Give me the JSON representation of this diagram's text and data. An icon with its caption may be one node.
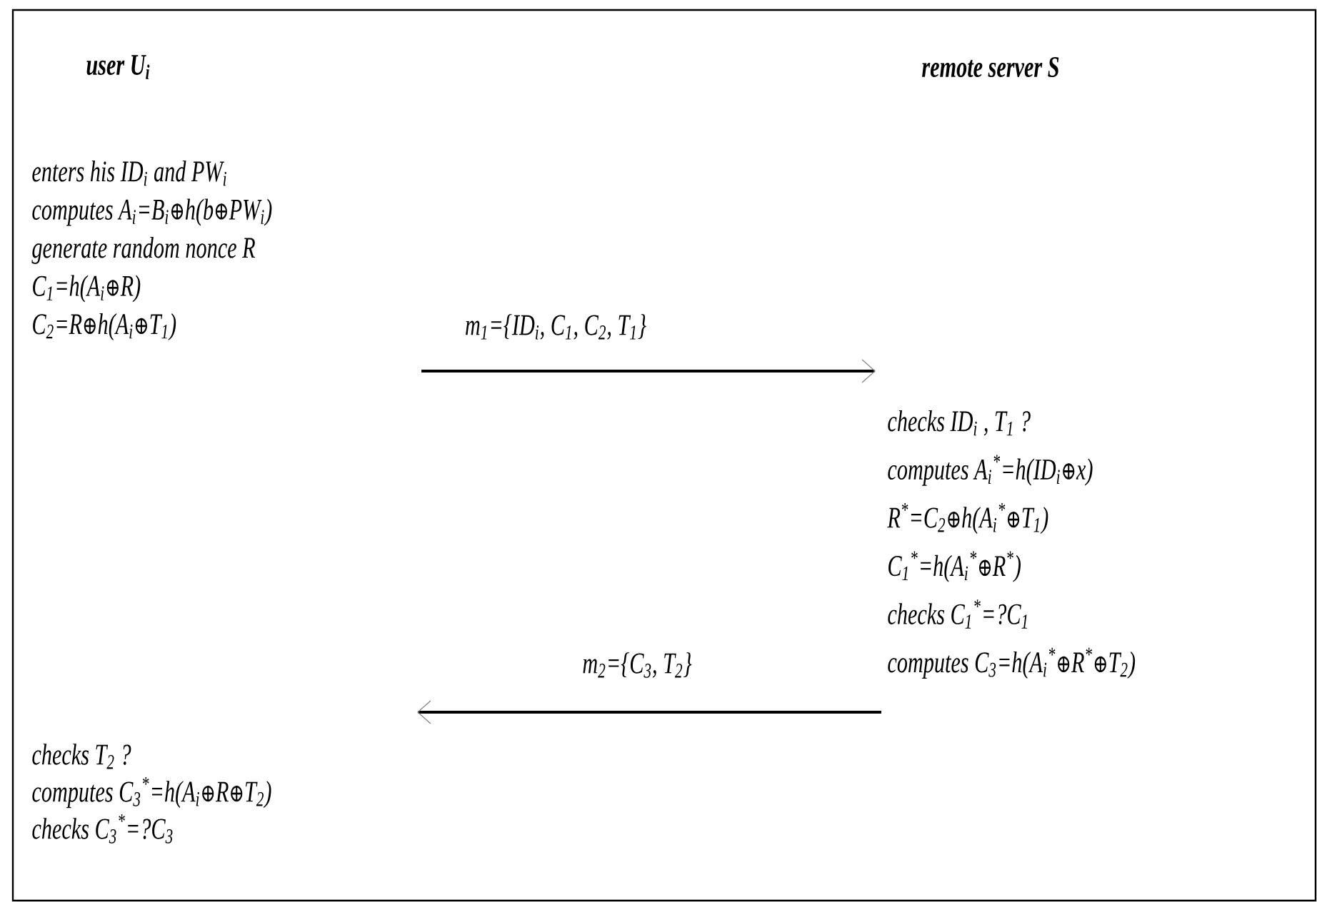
{
  "diagram": {
    "nodes": [
      {
        "text": [
          "enters his ID$_{i}$ and PW$_{i}$",
          "computes A$_{i}$=B$_{i}$⊕h(b⊕PW$_{i}$)",
          "generate random nonce R",
          "C$_{1}$=h(A$_{i}$⊕R)",
          "C$_{2}$=R⊕h(A$_{i}$⊕T$_{1}$)"
        ]
      },
      {
        "text": [
          "checks ID$_{i}$ , T$_{1}$ ?",
          "computes A$_{i}$$^{*}$=h(ID$_{i}$⊕x)",
          "R$^{*}$=C$_{2}$⊕h(A$_{i}$$^{*}$⊕T$_{1}$)",
          "C$_{1}$$^{*}$=h(A$_{i}$$^{*}$⊕R$^{*}$)",
          "checks C$_{1}$$^{*}$=?C$_{1}$",
          "computes C$_{3}$=h(A$_{i}$$^{*}$⊕R$^{*}$⊕T$_{2}$)"
        ]
      },
      {
        "text": [
          "checks T$_{2}$ ?",
          "computes C$_{3}$$^{*}$=h(A$_{i}$⊕R⊕T$_{2}$)",
          "checks C$_{3}$$^{*}$=?C$_{3}$"
        ]
      }
    ],
    "edges": [
      {
        "from": null,
        "to": 1,
        "arrow": "to",
        "label": "m$_{1}$={ID$_{i}$, C$_{1}$, C$_{2}$, T$_{1}$}"
      },
      {
        "from": 1,
        "to": null,
        "arrow": "to",
        "label": "m$_{2}$={C$_{3}$, T$_{2}$}"
      }
    ],
    "labels": [
      "user U$_{i}$",
      "remote server S"
    ]
  }
}
